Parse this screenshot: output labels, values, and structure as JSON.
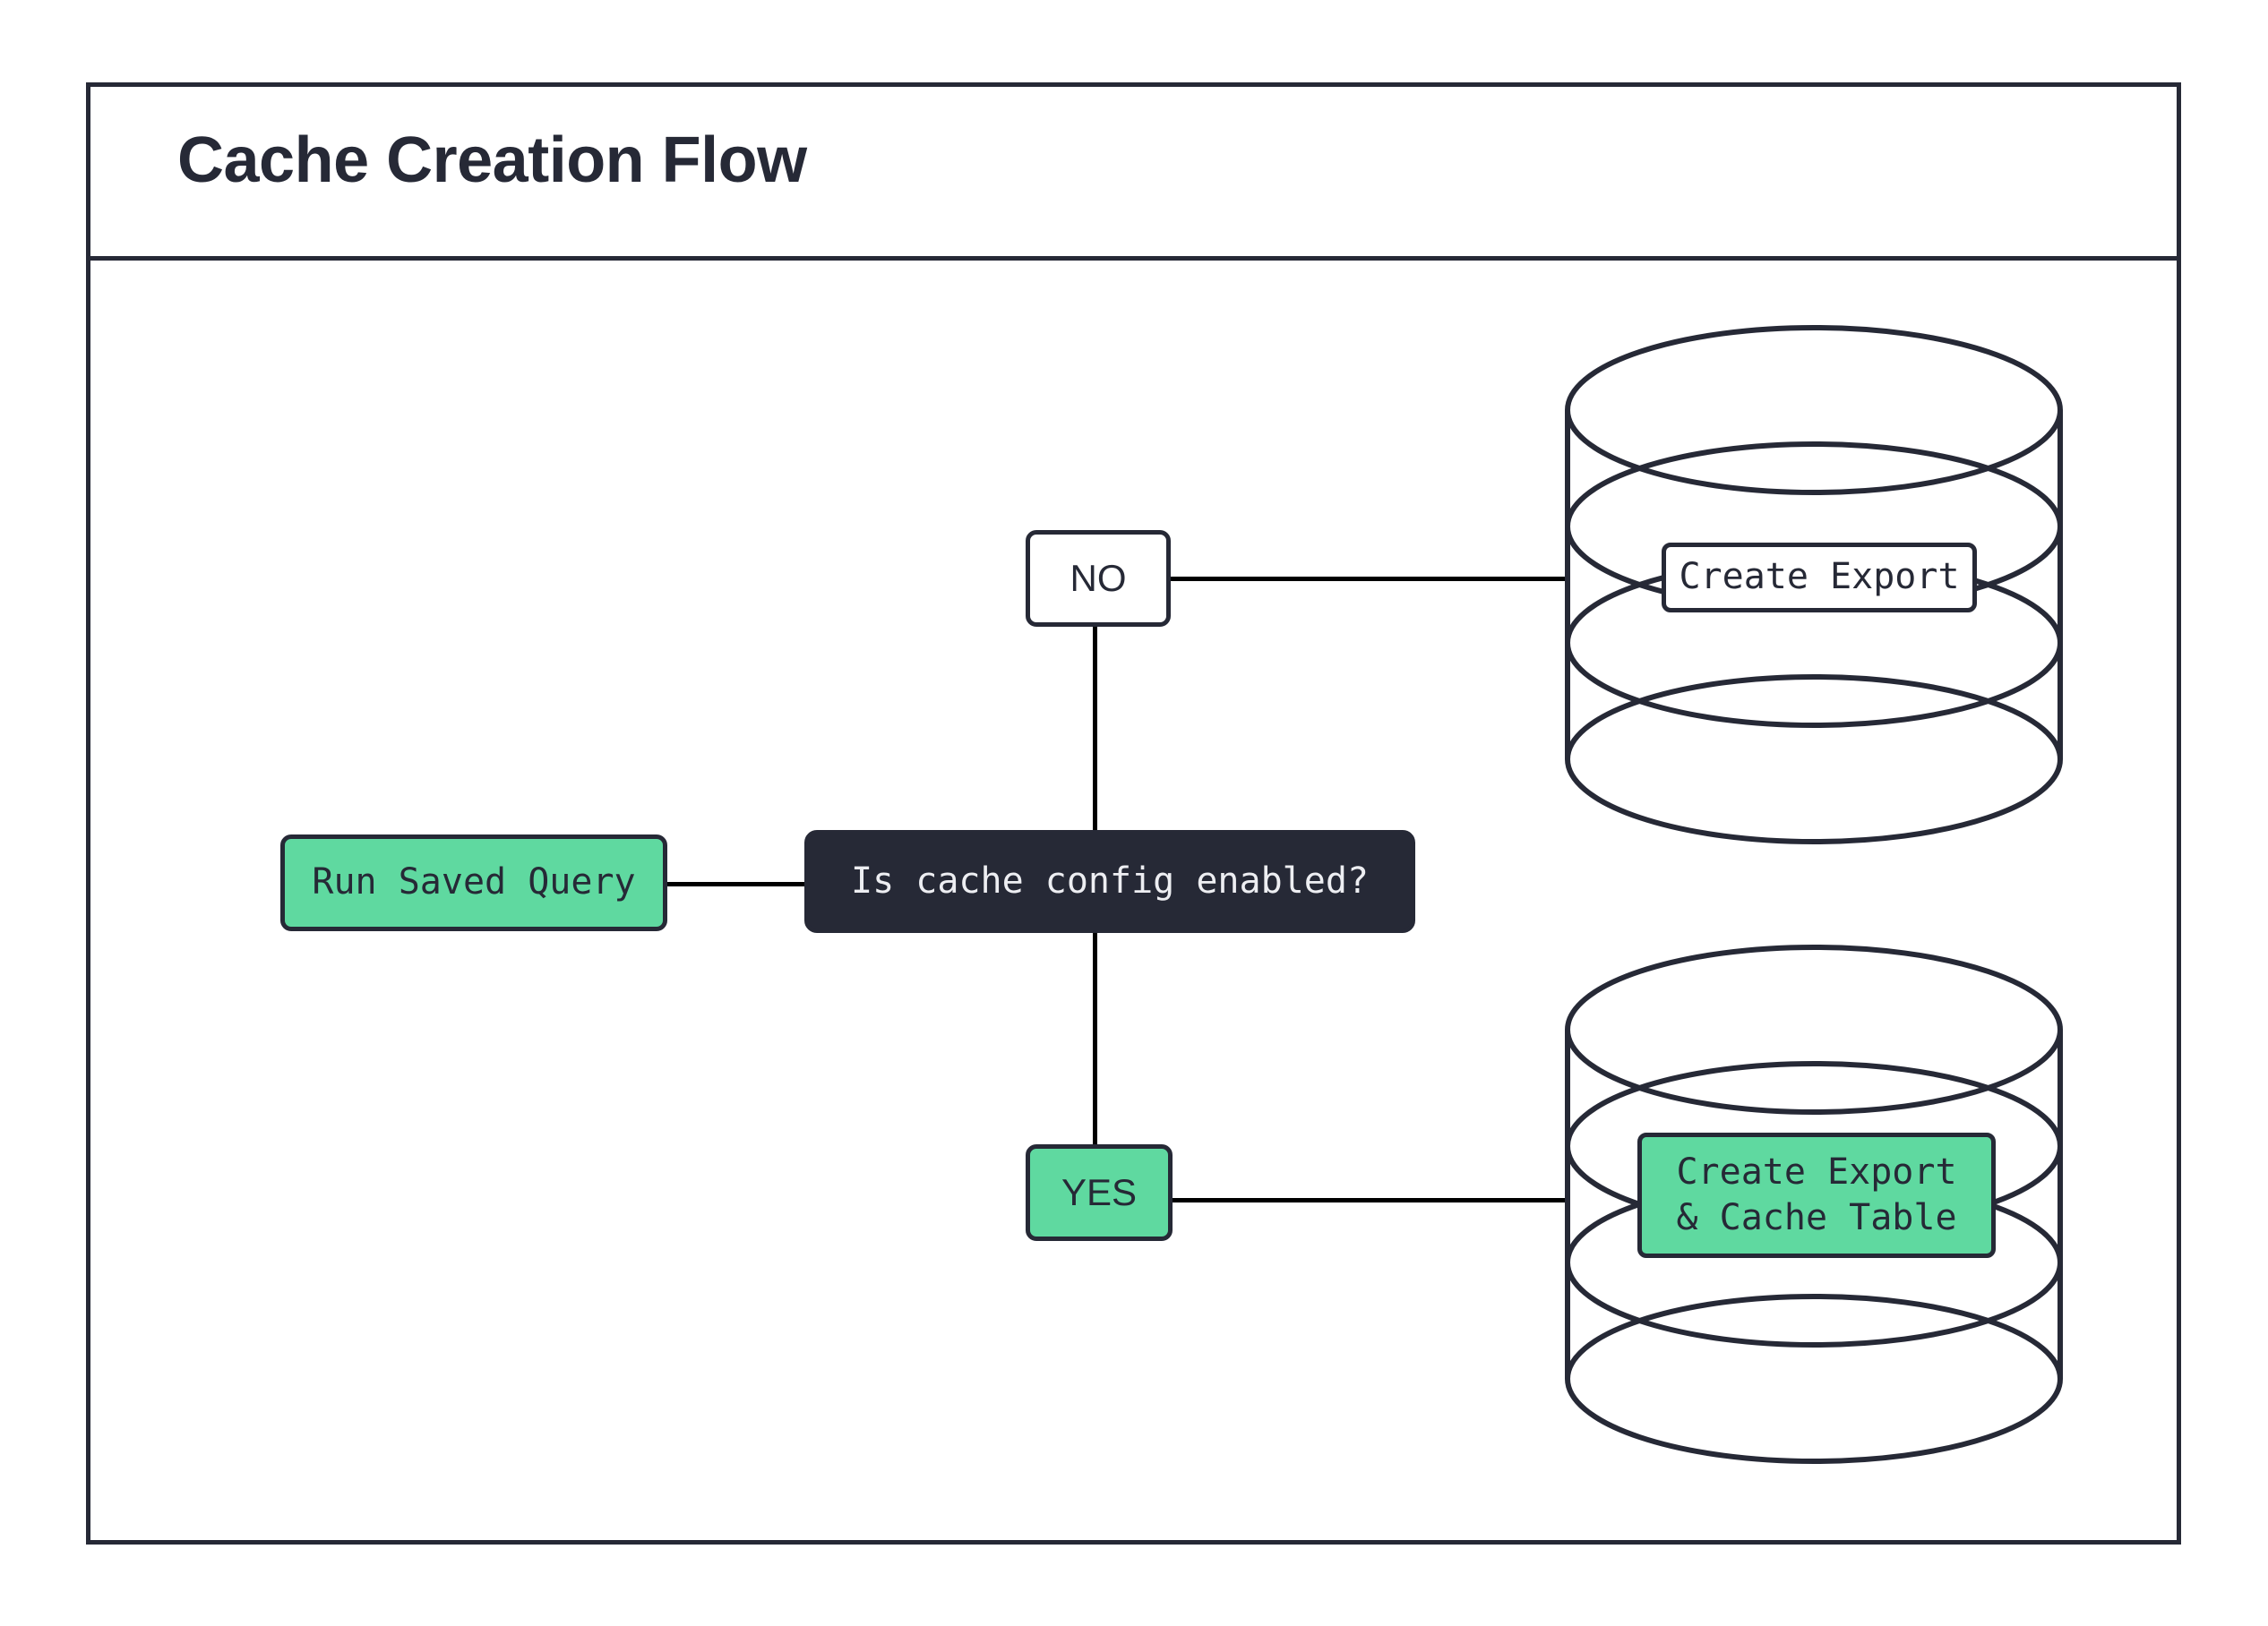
{
  "diagram": {
    "title": "Cache Creation Flow",
    "type": "flowchart",
    "colors": {
      "accent_green": "#5FD9A0",
      "dark_navy": "#262936",
      "node_text_light": "#edeef2",
      "background": "#ffffff",
      "edge_stroke": "#000000"
    },
    "nodes": [
      {
        "id": "run-saved-query",
        "label": "Run Saved Query",
        "shape": "rounded-rect",
        "style": "green"
      },
      {
        "id": "is-cache-config-enabled",
        "label": "Is cache config enabled?",
        "shape": "rounded-rect",
        "style": "dark"
      },
      {
        "id": "branch-no",
        "label": "NO",
        "shape": "rounded-rect",
        "style": "white"
      },
      {
        "id": "branch-yes",
        "label": "YES",
        "shape": "rounded-rect",
        "style": "green"
      },
      {
        "id": "database-top",
        "label": "Create Export",
        "shape": "database-cylinder",
        "style": "white"
      },
      {
        "id": "database-bottom",
        "label": "Create Export\n& Cache Table",
        "shape": "database-cylinder",
        "style": "green"
      }
    ],
    "edges": [
      {
        "from": "run-saved-query",
        "to": "is-cache-config-enabled"
      },
      {
        "from": "is-cache-config-enabled",
        "to": "branch-no"
      },
      {
        "from": "is-cache-config-enabled",
        "to": "branch-yes"
      },
      {
        "from": "branch-no",
        "to": "database-top"
      },
      {
        "from": "branch-yes",
        "to": "database-bottom"
      }
    ]
  }
}
